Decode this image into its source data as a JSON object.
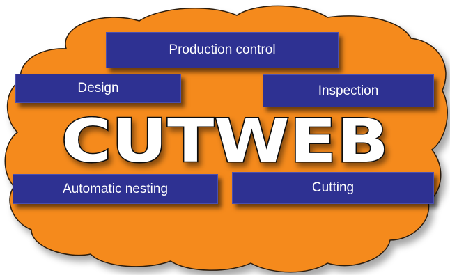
{
  "diagram": {
    "colors": {
      "cloud_fill": "#f58a1f",
      "box_fill": "#2e3192",
      "box_text": "#ffffff",
      "logo_fill": "#ffffff",
      "logo_stroke": "#111111"
    },
    "logo_text": "CUTWEB",
    "boxes": {
      "production": "Production control",
      "design": "Design",
      "inspection": "Inspection",
      "nesting": "Automatic nesting",
      "cutting": "Cutting"
    }
  }
}
